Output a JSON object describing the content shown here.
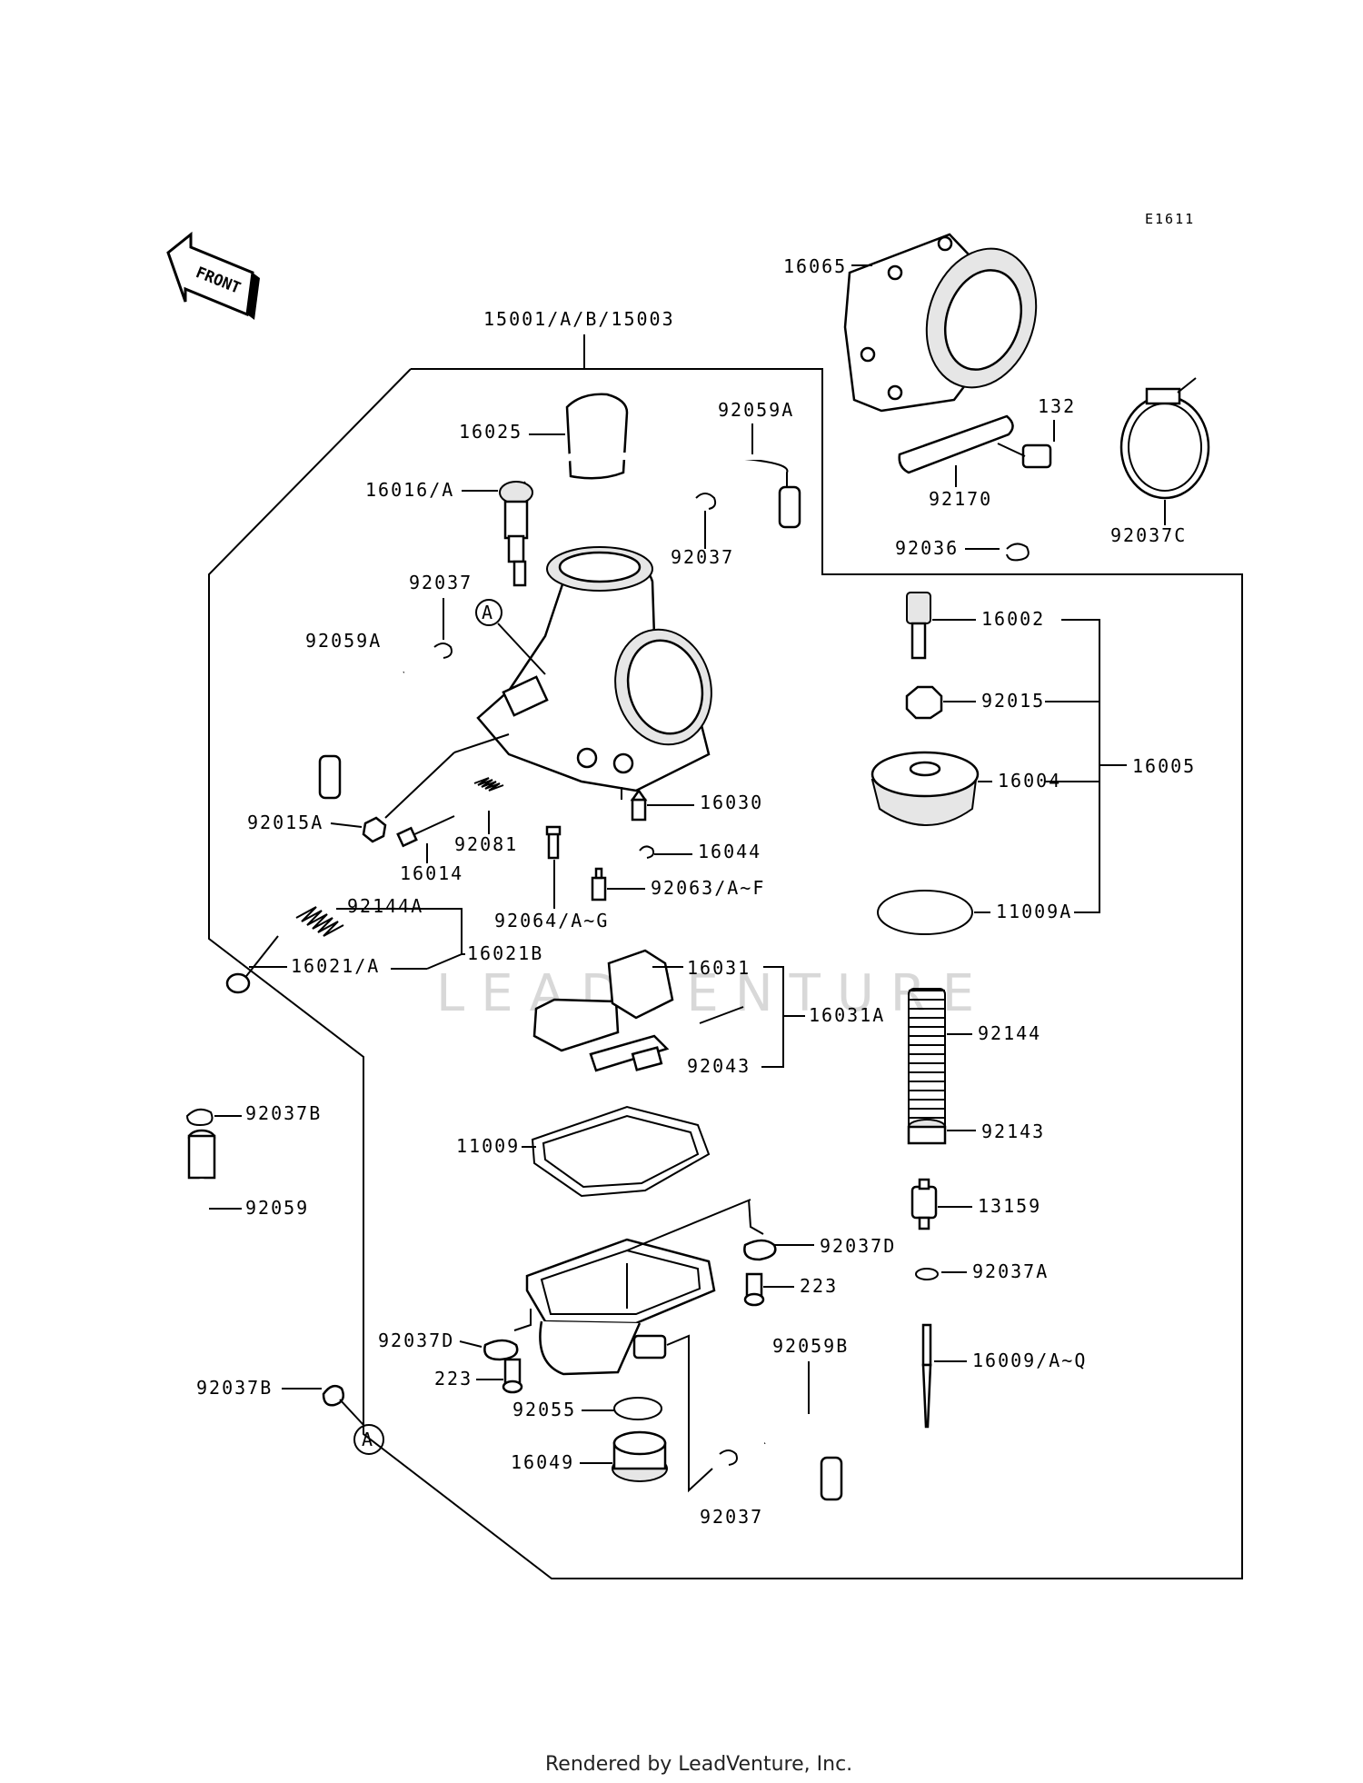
{
  "diagram_code": "E1611",
  "front_arrow_text": "FRONT",
  "watermark": "LEADVENTURE",
  "footer": "Rendered by LeadVenture, Inc.",
  "callout_letter": "A",
  "labels": {
    "assembly": "15001/A/B/15003",
    "p16065": "16065",
    "p132": "132",
    "p92170": "92170",
    "p92036": "92036",
    "p92037C": "92037C",
    "p16025": "16025",
    "p92059A_top": "92059A",
    "p16016A": "16016/A",
    "p92037_top": "92037",
    "p92037_left": "92037",
    "p92059A_left": "92059A",
    "p16002": "16002",
    "p92015": "92015",
    "p16004": "16004",
    "p16005": "16005",
    "p11009A": "11009A",
    "p92015A": "92015A",
    "p16014": "16014",
    "p92081": "92081",
    "p16030": "16030",
    "p16044": "16044",
    "p92063": "92063/A~F",
    "p92064": "92064/A~G",
    "p92144A": "92144A",
    "p16021A": "16021/A",
    "p16021B": "16021B",
    "p16031": "16031",
    "p16031A": "16031A",
    "p92043": "92043",
    "p92144": "92144",
    "p92143": "92143",
    "p13159": "13159",
    "p92037A": "92037A",
    "p16009": "16009/A~Q",
    "p92037B_top": "92037B",
    "p92059": "92059",
    "p92037B_bot": "92037B",
    "p11009": "11009",
    "p92037D_right": "92037D",
    "p223_right": "223",
    "p92037D_left": "92037D",
    "p223_left": "223",
    "p92055": "92055",
    "p16049": "16049",
    "p92059B": "92059B",
    "p92037_bot": "92037"
  }
}
